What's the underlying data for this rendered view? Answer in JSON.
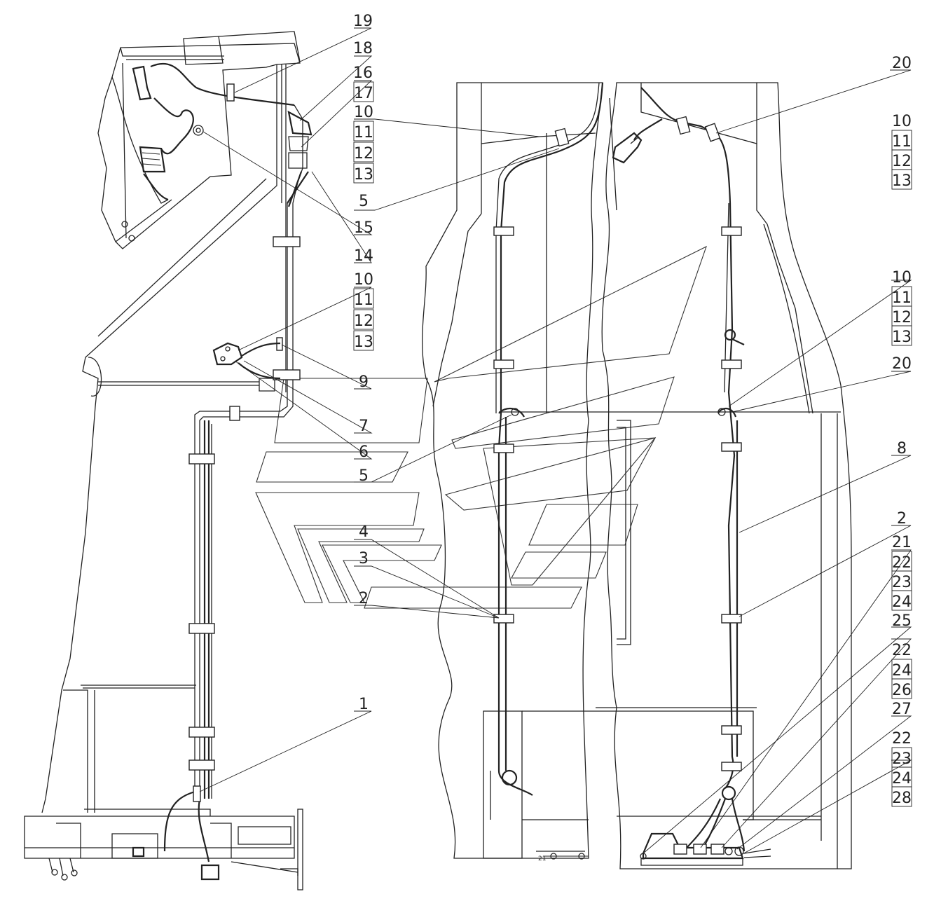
{
  "callouts": [
    {
      "id": "c19",
      "label": "19",
      "boxed": false
    },
    {
      "id": "c18",
      "label": "18",
      "boxed": false
    },
    {
      "id": "c16",
      "label": "16",
      "boxed": false
    },
    {
      "id": "c17",
      "label": "17",
      "boxed": true
    },
    {
      "id": "c10a",
      "label": "10",
      "boxed": false
    },
    {
      "id": "c11a",
      "label": "11",
      "boxed": true
    },
    {
      "id": "c12a",
      "label": "12",
      "boxed": true
    },
    {
      "id": "c13a",
      "label": "13",
      "boxed": true
    },
    {
      "id": "c5a",
      "label": "5",
      "boxed": false
    },
    {
      "id": "c15",
      "label": "15",
      "boxed": false
    },
    {
      "id": "c14",
      "label": "14",
      "boxed": false
    },
    {
      "id": "c10b",
      "label": "10",
      "boxed": false
    },
    {
      "id": "c11b",
      "label": "11",
      "boxed": true
    },
    {
      "id": "c12b",
      "label": "12",
      "boxed": true
    },
    {
      "id": "c13b",
      "label": "13",
      "boxed": true
    },
    {
      "id": "c9",
      "label": "9",
      "boxed": false
    },
    {
      "id": "c7",
      "label": "7",
      "boxed": false
    },
    {
      "id": "c6",
      "label": "6",
      "boxed": false
    },
    {
      "id": "c5b",
      "label": "5",
      "boxed": false
    },
    {
      "id": "c4",
      "label": "4",
      "boxed": false
    },
    {
      "id": "c3",
      "label": "3",
      "boxed": false
    },
    {
      "id": "c2a",
      "label": "2",
      "boxed": false
    },
    {
      "id": "c1",
      "label": "1",
      "boxed": false
    },
    {
      "id": "c20a",
      "label": "20",
      "boxed": false
    },
    {
      "id": "c10c",
      "label": "10",
      "boxed": false
    },
    {
      "id": "c11c",
      "label": "11",
      "boxed": true
    },
    {
      "id": "c12c",
      "label": "12",
      "boxed": true
    },
    {
      "id": "c13c",
      "label": "13",
      "boxed": true
    },
    {
      "id": "c10d",
      "label": "10",
      "boxed": false
    },
    {
      "id": "c11d",
      "label": "11",
      "boxed": true
    },
    {
      "id": "c12d",
      "label": "12",
      "boxed": true
    },
    {
      "id": "c13d",
      "label": "13",
      "boxed": true
    },
    {
      "id": "c20b",
      "label": "20",
      "boxed": false
    },
    {
      "id": "c8",
      "label": "8",
      "boxed": false
    },
    {
      "id": "c2b",
      "label": "2",
      "boxed": false
    },
    {
      "id": "c21",
      "label": "21",
      "boxed": false
    },
    {
      "id": "c22a",
      "label": "22",
      "boxed": true
    },
    {
      "id": "c23a",
      "label": "23",
      "boxed": true
    },
    {
      "id": "c24a",
      "label": "24",
      "boxed": true
    },
    {
      "id": "c25",
      "label": "25",
      "boxed": false
    },
    {
      "id": "c22b",
      "label": "22",
      "boxed": false
    },
    {
      "id": "c24b",
      "label": "24",
      "boxed": true
    },
    {
      "id": "c26",
      "label": "26",
      "boxed": true
    },
    {
      "id": "c27",
      "label": "27",
      "boxed": false
    },
    {
      "id": "c22c",
      "label": "22",
      "boxed": false
    },
    {
      "id": "c23c",
      "label": "23",
      "boxed": true
    },
    {
      "id": "c24c",
      "label": "24",
      "boxed": true
    },
    {
      "id": "c28",
      "label": "28",
      "boxed": true
    }
  ]
}
